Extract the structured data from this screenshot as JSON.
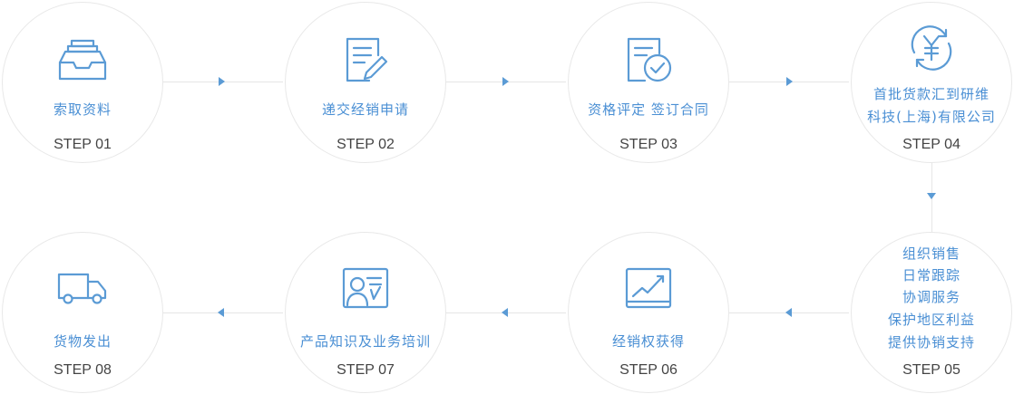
{
  "accent_color": "#4a8fd4",
  "steps": [
    {
      "label": "索取资料",
      "number": "STEP 01",
      "icon": "inbox-tray-icon"
    },
    {
      "label": "递交经销申请",
      "number": "STEP 02",
      "icon": "document-pen-icon"
    },
    {
      "label": "资格评定 签订合同",
      "number": "STEP 03",
      "icon": "document-check-icon"
    },
    {
      "label_lines": [
        "首批货款汇到研维",
        "科技(上海)有限公司"
      ],
      "number": "STEP 04",
      "icon": "yuan-cycle-icon"
    },
    {
      "label_lines": [
        "组织销售",
        "日常跟踪",
        "协调服务",
        "保护地区利益",
        "提供协销支持"
      ],
      "number": "STEP 05"
    },
    {
      "label": "经销权获得",
      "number": "STEP 06",
      "icon": "line-chart-icon"
    },
    {
      "label": "产品知识及业务培训",
      "number": "STEP 07",
      "icon": "training-board-icon"
    },
    {
      "label": "货物发出",
      "number": "STEP 08",
      "icon": "delivery-truck-icon"
    }
  ]
}
